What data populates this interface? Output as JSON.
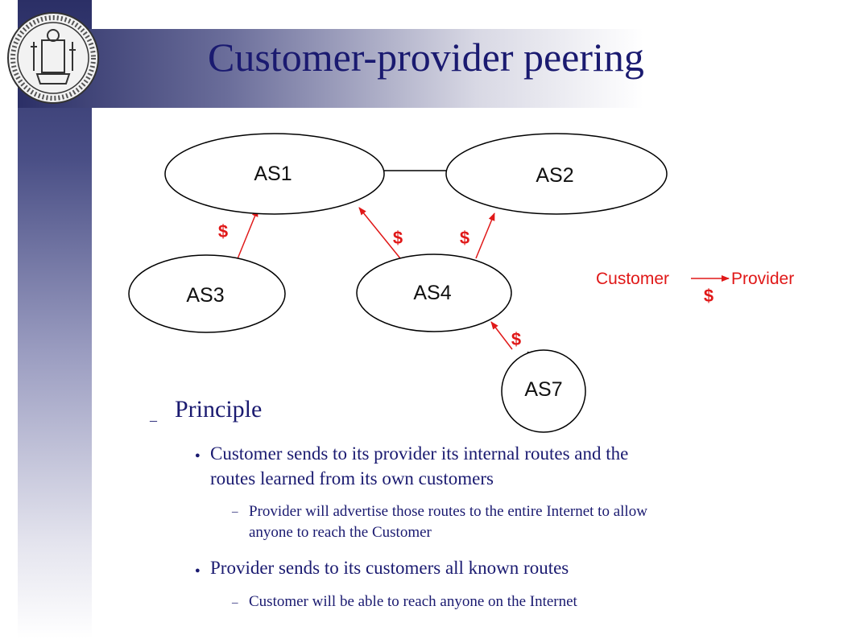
{
  "slide": {
    "title": "Customer-provider peering"
  },
  "diagram": {
    "nodes": [
      {
        "id": "as1",
        "label": "AS1"
      },
      {
        "id": "as2",
        "label": "AS2"
      },
      {
        "id": "as3",
        "label": "AS3"
      },
      {
        "id": "as4",
        "label": "AS4"
      },
      {
        "id": "as7",
        "label": "AS7"
      }
    ],
    "edges": [
      {
        "from": "AS1",
        "to": "AS2",
        "type": "peer"
      },
      {
        "from": "AS3",
        "to": "AS1",
        "type": "customer-provider",
        "label": "$"
      },
      {
        "from": "AS4",
        "to": "AS1",
        "type": "customer-provider",
        "label": "$"
      },
      {
        "from": "AS4",
        "to": "AS2",
        "type": "customer-provider",
        "label": "$"
      },
      {
        "from": "AS7",
        "to": "AS4",
        "type": "customer-provider",
        "label": "$"
      }
    ],
    "legend": {
      "customer": "Customer",
      "provider": "Provider",
      "money": "$"
    },
    "colors": {
      "arrow": "#e01818",
      "title": "#1a1a70"
    }
  },
  "content": {
    "heading_dash": "–",
    "heading": "Principle",
    "bullet_symbol": "●",
    "sub_dash": "–",
    "points": [
      {
        "text_line1": "Customer sends to its provider its internal routes and the",
        "text_line2": "routes learned from its own customers",
        "sub_line1": "Provider will advertise those routes to the entire Internet to allow",
        "sub_line2": "anyone to reach the Customer"
      },
      {
        "text_line1": "Provider sends to its customers all known routes",
        "sub_line1": "Customer will be able to reach anyone on the Internet"
      }
    ]
  }
}
